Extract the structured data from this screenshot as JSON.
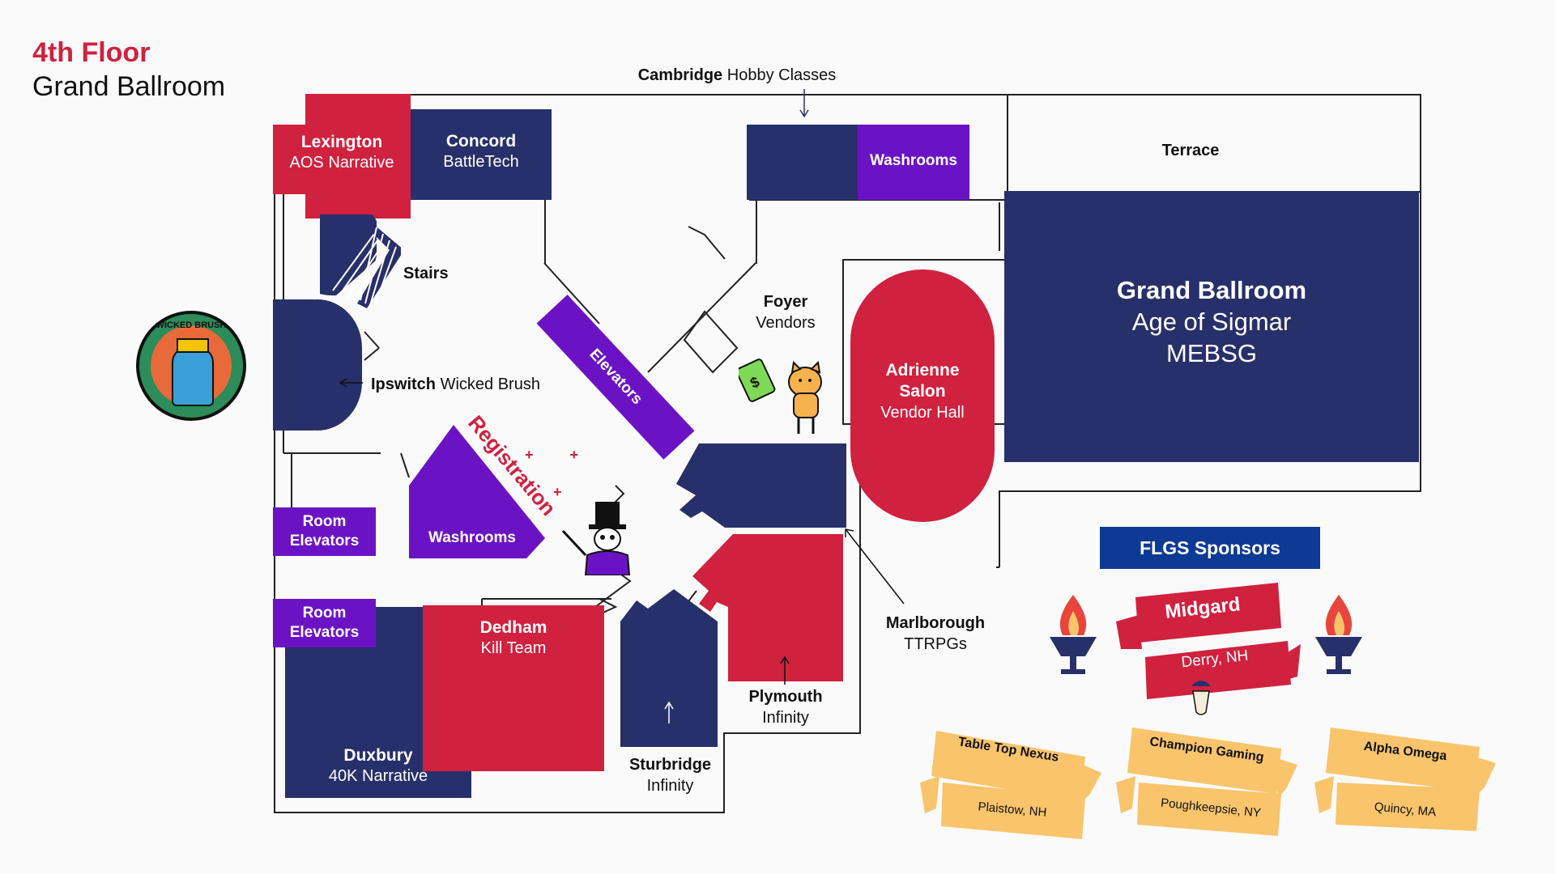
{
  "header": {
    "floor": "4th Floor",
    "venue": "Grand Ballroom"
  },
  "colors": {
    "navy": "#27306b",
    "red": "#d0213f",
    "purple": "#6b13c4",
    "yellow": "#f9c46b",
    "sponsor_bg": "#0d3a94"
  },
  "rooms": {
    "lexington": {
      "name": "Lexington",
      "event": "AOS Narrative"
    },
    "concord": {
      "name": "Concord",
      "event": "BattleTech"
    },
    "cambridge": {
      "name": "Cambridge",
      "event": "Hobby Classes"
    },
    "washrooms_top": {
      "name": "Washrooms"
    },
    "terrace": {
      "name": "Terrace"
    },
    "grand_ballroom": {
      "name": "Grand Ballroom",
      "line1": "Age of Sigmar",
      "line2": "MEBSG"
    },
    "stairs": {
      "name": "Stairs"
    },
    "foyer": {
      "name": "Foyer",
      "event": "Vendors"
    },
    "elevators": {
      "name": "Elevators"
    },
    "ipswitch": {
      "name": "Ipswitch",
      "event": "Wicked Brush"
    },
    "adrienne": {
      "name1": "Adrienne",
      "name2": "Salon",
      "event": "Vendor Hall"
    },
    "registration": {
      "name": "Registration"
    },
    "room_elevators_1": {
      "line1": "Room",
      "line2": "Elevators"
    },
    "room_elevators_2": {
      "line1": "Room",
      "line2": "Elevators"
    },
    "washrooms_mid": {
      "name": "Washrooms"
    },
    "dedham": {
      "name": "Dedham",
      "event": "Kill Team"
    },
    "duxbury": {
      "name": "Duxbury",
      "event": "40K Narrative"
    },
    "sturbridge": {
      "name": "Sturbridge",
      "event": "Infinity"
    },
    "plymouth": {
      "name": "Plymouth",
      "event": "Infinity"
    },
    "marlborough": {
      "name": "Marlborough",
      "event": "TTRPGs"
    }
  },
  "logo": {
    "text": "WICKED BRUSH"
  },
  "sponsors": {
    "heading": "FLGS Sponsors",
    "main": {
      "name": "Midgard",
      "location": "Derry, NH"
    },
    "others": [
      {
        "name": "Table Top Nexus",
        "location": "Plaistow, NH"
      },
      {
        "name": "Champion Gaming",
        "location": "Poughkeepsie, NY"
      },
      {
        "name": "Alpha Omega",
        "location": "Quincy, MA"
      }
    ]
  },
  "icons": [
    "arrow-down-icon",
    "arrow-left-icon",
    "arrow-up-icon",
    "torch-icon",
    "viking-icon",
    "cat-mascot-icon",
    "skeleton-mascot-icon",
    "wicked-brush-logo"
  ]
}
